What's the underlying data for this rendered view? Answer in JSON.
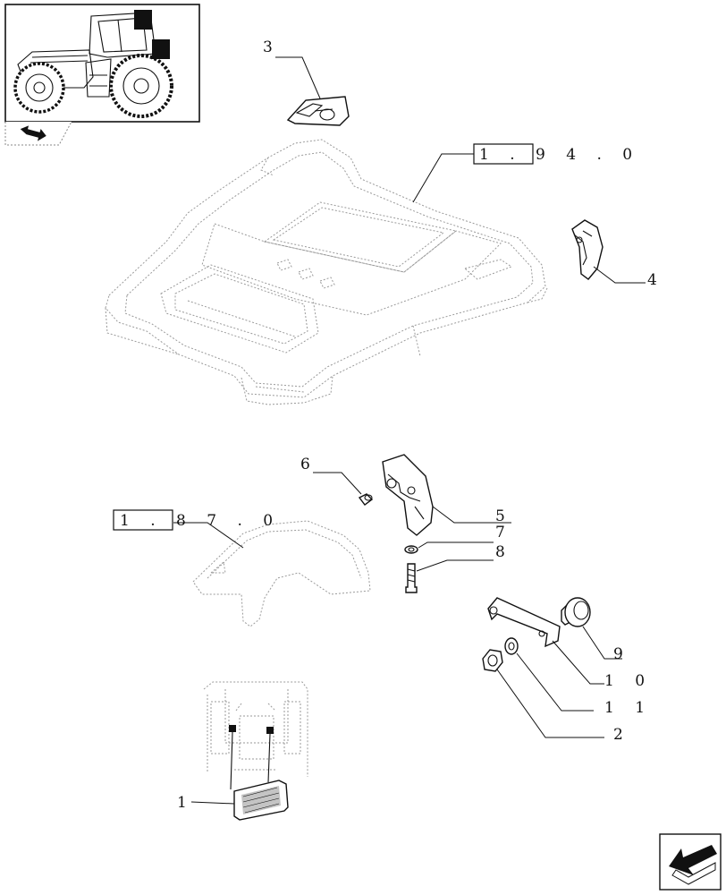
{
  "refs": {
    "roof": "1 . 9 4 . 0",
    "fender": "1 . 8 7 . 0"
  },
  "callouts": {
    "c1": "1",
    "c2": "2",
    "c3": "3",
    "c4": "4",
    "c5": "5",
    "c6": "6",
    "c7": "7",
    "c8": "8",
    "c9": "9",
    "c10": "1 0",
    "c11": "1 1"
  },
  "icons": {
    "thumbnail": "tractor-thumbnail-icon",
    "back": "back-arrow-icon",
    "next": "next-page-arrow-icon"
  }
}
